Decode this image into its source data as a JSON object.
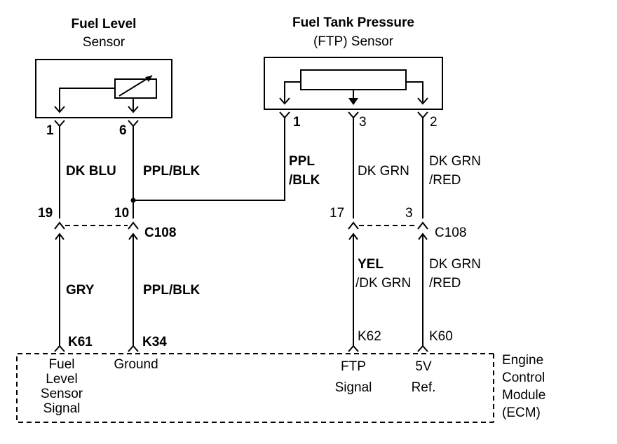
{
  "sensors": {
    "fuel_level": {
      "line1": "Fuel Level",
      "line2": "Sensor"
    },
    "ftp": {
      "line1": "Fuel Tank Pressure",
      "line2": "(FTP) Sensor"
    }
  },
  "pins": {
    "fl_1": "1",
    "fl_6": "6",
    "ftp_1": "1",
    "ftp_3": "3",
    "ftp_2": "2",
    "c_19": "19",
    "c_10": "10",
    "c_17": "17",
    "c_3": "3"
  },
  "connector": {
    "left": "C108",
    "right": "C108"
  },
  "wires_upper": {
    "dk_blu": "DK BLU",
    "ppl_blk": "PPL/BLK",
    "ppl_1": "PPL",
    "ppl_2": "/BLK",
    "dk_grn": "DK GRN",
    "dkgrn_red_1": "DK GRN",
    "dkgrn_red_2": "/RED"
  },
  "wires_lower": {
    "gry": "GRY",
    "ppl_blk": "PPL/BLK",
    "yel_1": "YEL",
    "yel_2": "/DK GRN",
    "dkgrn_red_1": "DK GRN",
    "dkgrn_red_2": "/RED"
  },
  "ecm_pins": {
    "k61": "K61",
    "k34": "K34",
    "k62": "K62",
    "k60": "K60"
  },
  "ecm_signals": {
    "fuel_level_1": "Fuel",
    "fuel_level_2": "Level",
    "fuel_level_3": "Sensor",
    "fuel_level_4": "Signal",
    "ground": "Ground",
    "ftp_1": "FTP",
    "ftp_2": "Signal",
    "ref_1": "5V",
    "ref_2": "Ref."
  },
  "ecm": {
    "line1": "Engine",
    "line2": "Control",
    "line3": "Module",
    "line4": "(ECM)"
  }
}
